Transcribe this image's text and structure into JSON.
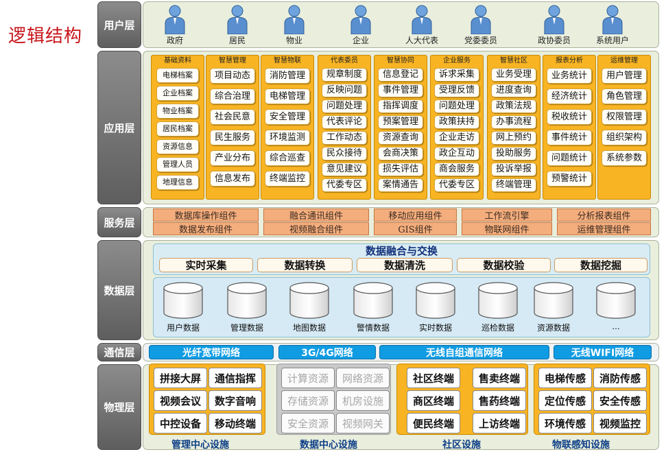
{
  "title": "逻辑结构",
  "layers": {
    "user": "用户层",
    "app": "应用层",
    "service": "服务层",
    "data": "数据层",
    "comm": "通信层",
    "physical": "物理层"
  },
  "users": [
    "政府",
    "居民",
    "物业",
    "企业",
    "人大代表",
    "党委委员",
    "政协委员",
    "系统用户"
  ],
  "modules": [
    {
      "title": "基础资料",
      "items": [
        "电梯档案",
        "企业档案",
        "物业档案",
        "居民档案",
        "资源信息",
        "管理人员",
        "地理信息"
      ]
    },
    {
      "title": "智慧管理",
      "items": [
        "项目动态",
        "综合治理",
        "社会民意",
        "民生服务",
        "产业分布",
        "信息发布"
      ]
    },
    {
      "title": "智慧物联",
      "items": [
        "消防管理",
        "电梯管理",
        "安全管理",
        "环境监测",
        "综合巡查",
        "终端监控"
      ]
    },
    {
      "title": "代表委员",
      "items": [
        "规章制度",
        "反映问题",
        "问题处理",
        "代表评论",
        "工作动态",
        "民众接待",
        "意见建议",
        "代委专区"
      ]
    },
    {
      "title": "智慧协同",
      "items": [
        "信息登记",
        "事件管理",
        "指挥调度",
        "预案管理",
        "资源查询",
        "会商决策",
        "损失评估",
        "案情通告"
      ]
    },
    {
      "title": "企业服务",
      "items": [
        "诉求采集",
        "受理反馈",
        "问题处理",
        "政策扶持",
        "企业走访",
        "政企互动",
        "商会服务",
        "代委专区"
      ]
    },
    {
      "title": "智慧社区",
      "items": [
        "业务受理",
        "进度查询",
        "政策法规",
        "办事流程",
        "网上预约",
        "投助服务",
        "投诉举报",
        "终端管理"
      ]
    },
    {
      "title": "报表分析",
      "items": [
        "业务统计",
        "经济统计",
        "税收统计",
        "事件统计",
        "问题统计",
        "预警统计"
      ]
    },
    {
      "title": "运维管理",
      "items": [
        "用户管理",
        "角色管理",
        "权限管理",
        "组织架构",
        "系统参数"
      ]
    }
  ],
  "services": [
    [
      "数据库操作组件",
      "融合通讯组件",
      "移动应用组件",
      "工作流引擎",
      "分析报表组件"
    ],
    [
      "数据发布组件",
      "视频融合组件",
      "GIS组件",
      "物联网组件",
      "运维管理组件"
    ]
  ],
  "data_fusion": {
    "title": "数据融合与交换",
    "ops": [
      "实时采集",
      "数据转换",
      "数据清洗",
      "数据校验",
      "数据挖掘"
    ]
  },
  "databases": [
    "用户数据",
    "管理数据",
    "地图数据",
    "警情数据",
    "实时数据",
    "巡检数据",
    "资源数据",
    "..."
  ],
  "networks": [
    "光纤宽带网络",
    "3G/4G网络",
    "无线自组通信网络",
    "无线WIFI网络"
  ],
  "facilities": [
    {
      "title": "管理中心设施",
      "items": [
        "拼接大屏",
        "通信指挥",
        "视频会议",
        "数字音响",
        "中控设备",
        "移动终端"
      ]
    },
    {
      "title": "数据中心设施",
      "items": [
        "计算资源",
        "网络资源",
        "存储资源",
        "机房设施",
        "安全资源",
        "视频网关"
      ]
    },
    {
      "title": "社区设施",
      "items": [
        "社区终端",
        "售卖终端",
        "商区终端",
        "售药终端",
        "便民终端",
        "上访终端"
      ]
    },
    {
      "title": "物联感知设施",
      "items": [
        "电梯传感",
        "消防传感",
        "定位传感",
        "安全传感",
        "环境传感",
        "视频监控"
      ]
    }
  ],
  "colors": {
    "user_icon": "#5a8fcf",
    "module": "#f8b423",
    "service": "#f4ae7e",
    "network": "#0f9ce3",
    "label": "#6d6d6d",
    "title": "#c8151b"
  }
}
